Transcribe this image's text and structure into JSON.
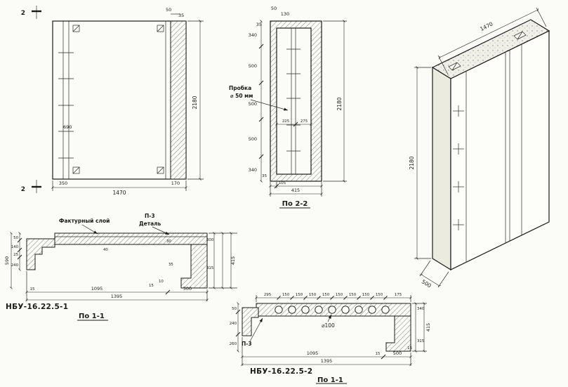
{
  "ink_color": "#1b1b1b",
  "paper_color": "#fbfbf8",
  "drawing": {
    "front": {
      "mark_top": "2",
      "mark_bottom": "2",
      "dim_top_50": "50",
      "dim_top_35": "35",
      "dim_left_690": "690",
      "dim_right_2180": "2180",
      "dim_bottom_350": "350",
      "dim_bottom_1470": "1470",
      "dim_bottom_170": "170"
    },
    "section2": {
      "label": "По 2-2",
      "dim_top_50": "50",
      "dim_top_130": "130",
      "dim_top_35": "35",
      "chain": [
        "340",
        "500",
        "500",
        "500",
        "340"
      ],
      "dim_right_2180": "2180",
      "note1": "Пробка",
      "note2": "⌀ 50 мм",
      "dim_mid_225": "225",
      "dim_mid_275": "275",
      "dim_bot_35": "35",
      "dim_bot_105": "105",
      "dim_bot_415": "415"
    },
    "iso": {
      "dim_width": "1470",
      "dim_height": "2180",
      "dim_depth": "500"
    },
    "sec1a": {
      "part": "НБУ-16.22.5-1",
      "label": "По 1-1",
      "note_layer": "Фактурный слой",
      "note_p3": "П-3",
      "note_detail": "Деталь",
      "left_chain": [
        "50",
        "140",
        "25",
        "240"
      ],
      "left_total": "590",
      "inner": [
        "40",
        "30",
        "35",
        "10",
        "15"
      ],
      "right_300": "300",
      "right_315": "315",
      "right_415": "415",
      "bot_15": "15",
      "bot_1095": "1095",
      "bot_500": "500",
      "bot_total": "1395"
    },
    "sec1b": {
      "part": "НБУ-16.22.5-2",
      "label": "По 1-1",
      "top_chain": [
        "295",
        "150",
        "150",
        "150",
        "150",
        "150",
        "150",
        "150",
        "150",
        "175"
      ],
      "hole_dia": "⌀100",
      "note_p3": "П-3",
      "left_chain": [
        "50",
        "240",
        "260"
      ],
      "right_chain": [
        "340",
        "415",
        "315",
        "15"
      ],
      "bot_1095": "1095",
      "bot_15": "15",
      "bot_500": "500",
      "bot_total": "1395"
    }
  }
}
